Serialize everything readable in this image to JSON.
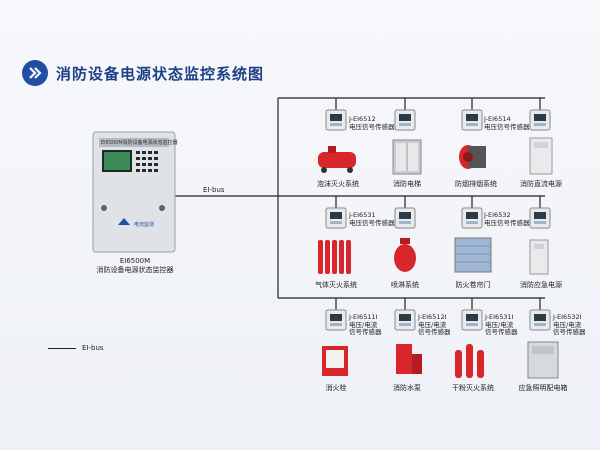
{
  "title": "消防设备电源状态监控系统图",
  "icons": {
    "title_badge": "double-chevron-right-icon"
  },
  "colors": {
    "title": "#1f3f86",
    "badge": "#1f4ea3",
    "bus": "#222222",
    "device_red": "#d8262b"
  },
  "monitor": {
    "panel_header": "EI6500M消防设备电源状态监控器",
    "brand": "电流监测",
    "model": "EI6500M",
    "name": "消防设备电源状态监控器"
  },
  "bus_label": "EI-bus",
  "legend_label": "EI-bus",
  "sensors": [
    {
      "label": "J-EI6512\n电压信号传感器"
    },
    {
      "label": "J-EI6514\n电压信号传感器"
    },
    {
      "label": "J-EI6531\n电压信号传感器"
    },
    {
      "label": "J-EI6532\n电压信号传感器"
    },
    {
      "label": "J-EI6511I\n电压/电流\n信号传感器"
    },
    {
      "label": "J-EI6512I\n电压/电流\n信号传感器"
    },
    {
      "label": "J-EI6531I\n电压/电流\n信号传感器"
    },
    {
      "label": "J-EI6532I\n电压/电流\n信号传感器"
    }
  ],
  "devices": [
    {
      "label": "泡沫灭火系统"
    },
    {
      "label": "消防电梯"
    },
    {
      "label": "防烟排烟系统"
    },
    {
      "label": "消防直流电源"
    },
    {
      "label": "气体灭火系统"
    },
    {
      "label": "喷淋系统"
    },
    {
      "label": "防火卷帘门"
    },
    {
      "label": "消防应急电源"
    },
    {
      "label": "消火栓"
    },
    {
      "label": "消防水泵"
    },
    {
      "label": "干粉灭火系统"
    },
    {
      "label": "应急照明配电箱"
    }
  ]
}
